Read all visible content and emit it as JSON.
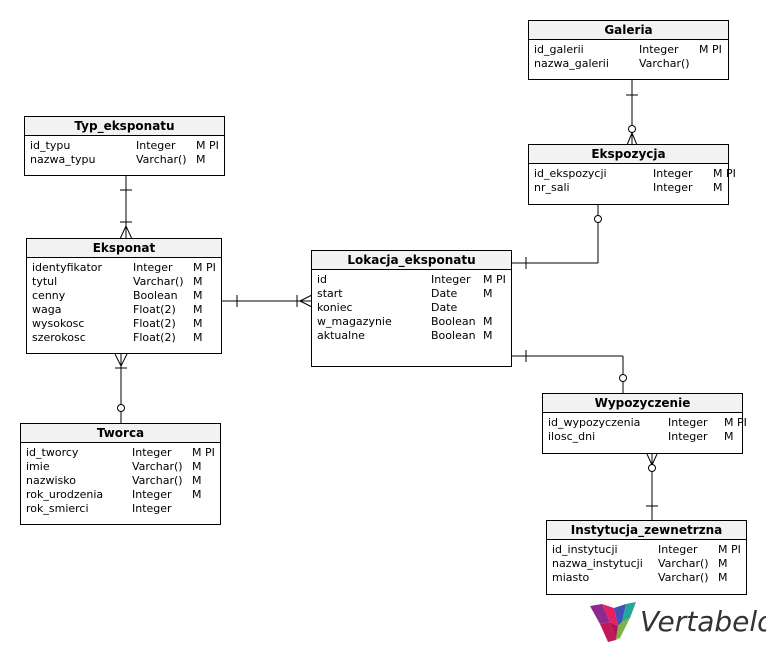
{
  "entities": {
    "galeria": {
      "name": "Galeria",
      "columns": [
        {
          "name": "id_galerii",
          "type": "Integer",
          "flags": "M PI"
        },
        {
          "name": "nazwa_galerii",
          "type": "Varchar()",
          "flags": ""
        }
      ]
    },
    "typ_eksponatu": {
      "name": "Typ_eksponatu",
      "columns": [
        {
          "name": "id_typu",
          "type": "Integer",
          "flags": "M PI"
        },
        {
          "name": "nazwa_typu",
          "type": "Varchar()",
          "flags": "M"
        }
      ]
    },
    "ekspozycja": {
      "name": "Ekspozycja",
      "columns": [
        {
          "name": "id_ekspozycji",
          "type": "Integer",
          "flags": "M PI"
        },
        {
          "name": "nr_sali",
          "type": "Integer",
          "flags": "M"
        }
      ]
    },
    "eksponat": {
      "name": "Eksponat",
      "columns": [
        {
          "name": "identyfikator",
          "type": "Integer",
          "flags": "M PI"
        },
        {
          "name": "tytul",
          "type": "Varchar()",
          "flags": "M"
        },
        {
          "name": "cenny",
          "type": "Boolean",
          "flags": "M"
        },
        {
          "name": "waga",
          "type": "Float(2)",
          "flags": "M"
        },
        {
          "name": "wysokosc",
          "type": "Float(2)",
          "flags": "M"
        },
        {
          "name": "szerokosc",
          "type": "Float(2)",
          "flags": "M"
        }
      ]
    },
    "lokacja_eksponatu": {
      "name": "Lokacja_eksponatu",
      "columns": [
        {
          "name": "id",
          "type": "Integer",
          "flags": "M PI"
        },
        {
          "name": "start",
          "type": "Date",
          "flags": "M"
        },
        {
          "name": "koniec",
          "type": "Date",
          "flags": ""
        },
        {
          "name": "w_magazynie",
          "type": "Boolean",
          "flags": "M"
        },
        {
          "name": "aktualne",
          "type": "Boolean",
          "flags": "M"
        }
      ]
    },
    "tworca": {
      "name": "Tworca",
      "columns": [
        {
          "name": "id_tworcy",
          "type": "Integer",
          "flags": "M PI"
        },
        {
          "name": "imie",
          "type": "Varchar()",
          "flags": "M"
        },
        {
          "name": "nazwisko",
          "type": "Varchar()",
          "flags": "M"
        },
        {
          "name": "rok_urodzenia",
          "type": "Integer",
          "flags": "M"
        },
        {
          "name": "rok_smierci",
          "type": "Integer",
          "flags": ""
        }
      ]
    },
    "wypozyczenie": {
      "name": "Wypozyczenie",
      "columns": [
        {
          "name": "id_wypozyczenia",
          "type": "Integer",
          "flags": "M PI"
        },
        {
          "name": "ilosc_dni",
          "type": "Integer",
          "flags": "M"
        }
      ]
    },
    "instytucja_zewnetrzna": {
      "name": "Instytucja_zewnetrzna",
      "columns": [
        {
          "name": "id_instytucji",
          "type": "Integer",
          "flags": "M PI"
        },
        {
          "name": "nazwa_instytucji",
          "type": "Varchar()",
          "flags": "M"
        },
        {
          "name": "miasto",
          "type": "Varchar()",
          "flags": "M"
        }
      ]
    }
  },
  "logo": {
    "text": "Vertabelo",
    "colors": [
      "#8e2a8c",
      "#c2185b",
      "#e91e63",
      "#26a69a",
      "#7cb342",
      "#3f51b5"
    ]
  },
  "line_color": "#000000",
  "header_fill": "#f2f2f2"
}
